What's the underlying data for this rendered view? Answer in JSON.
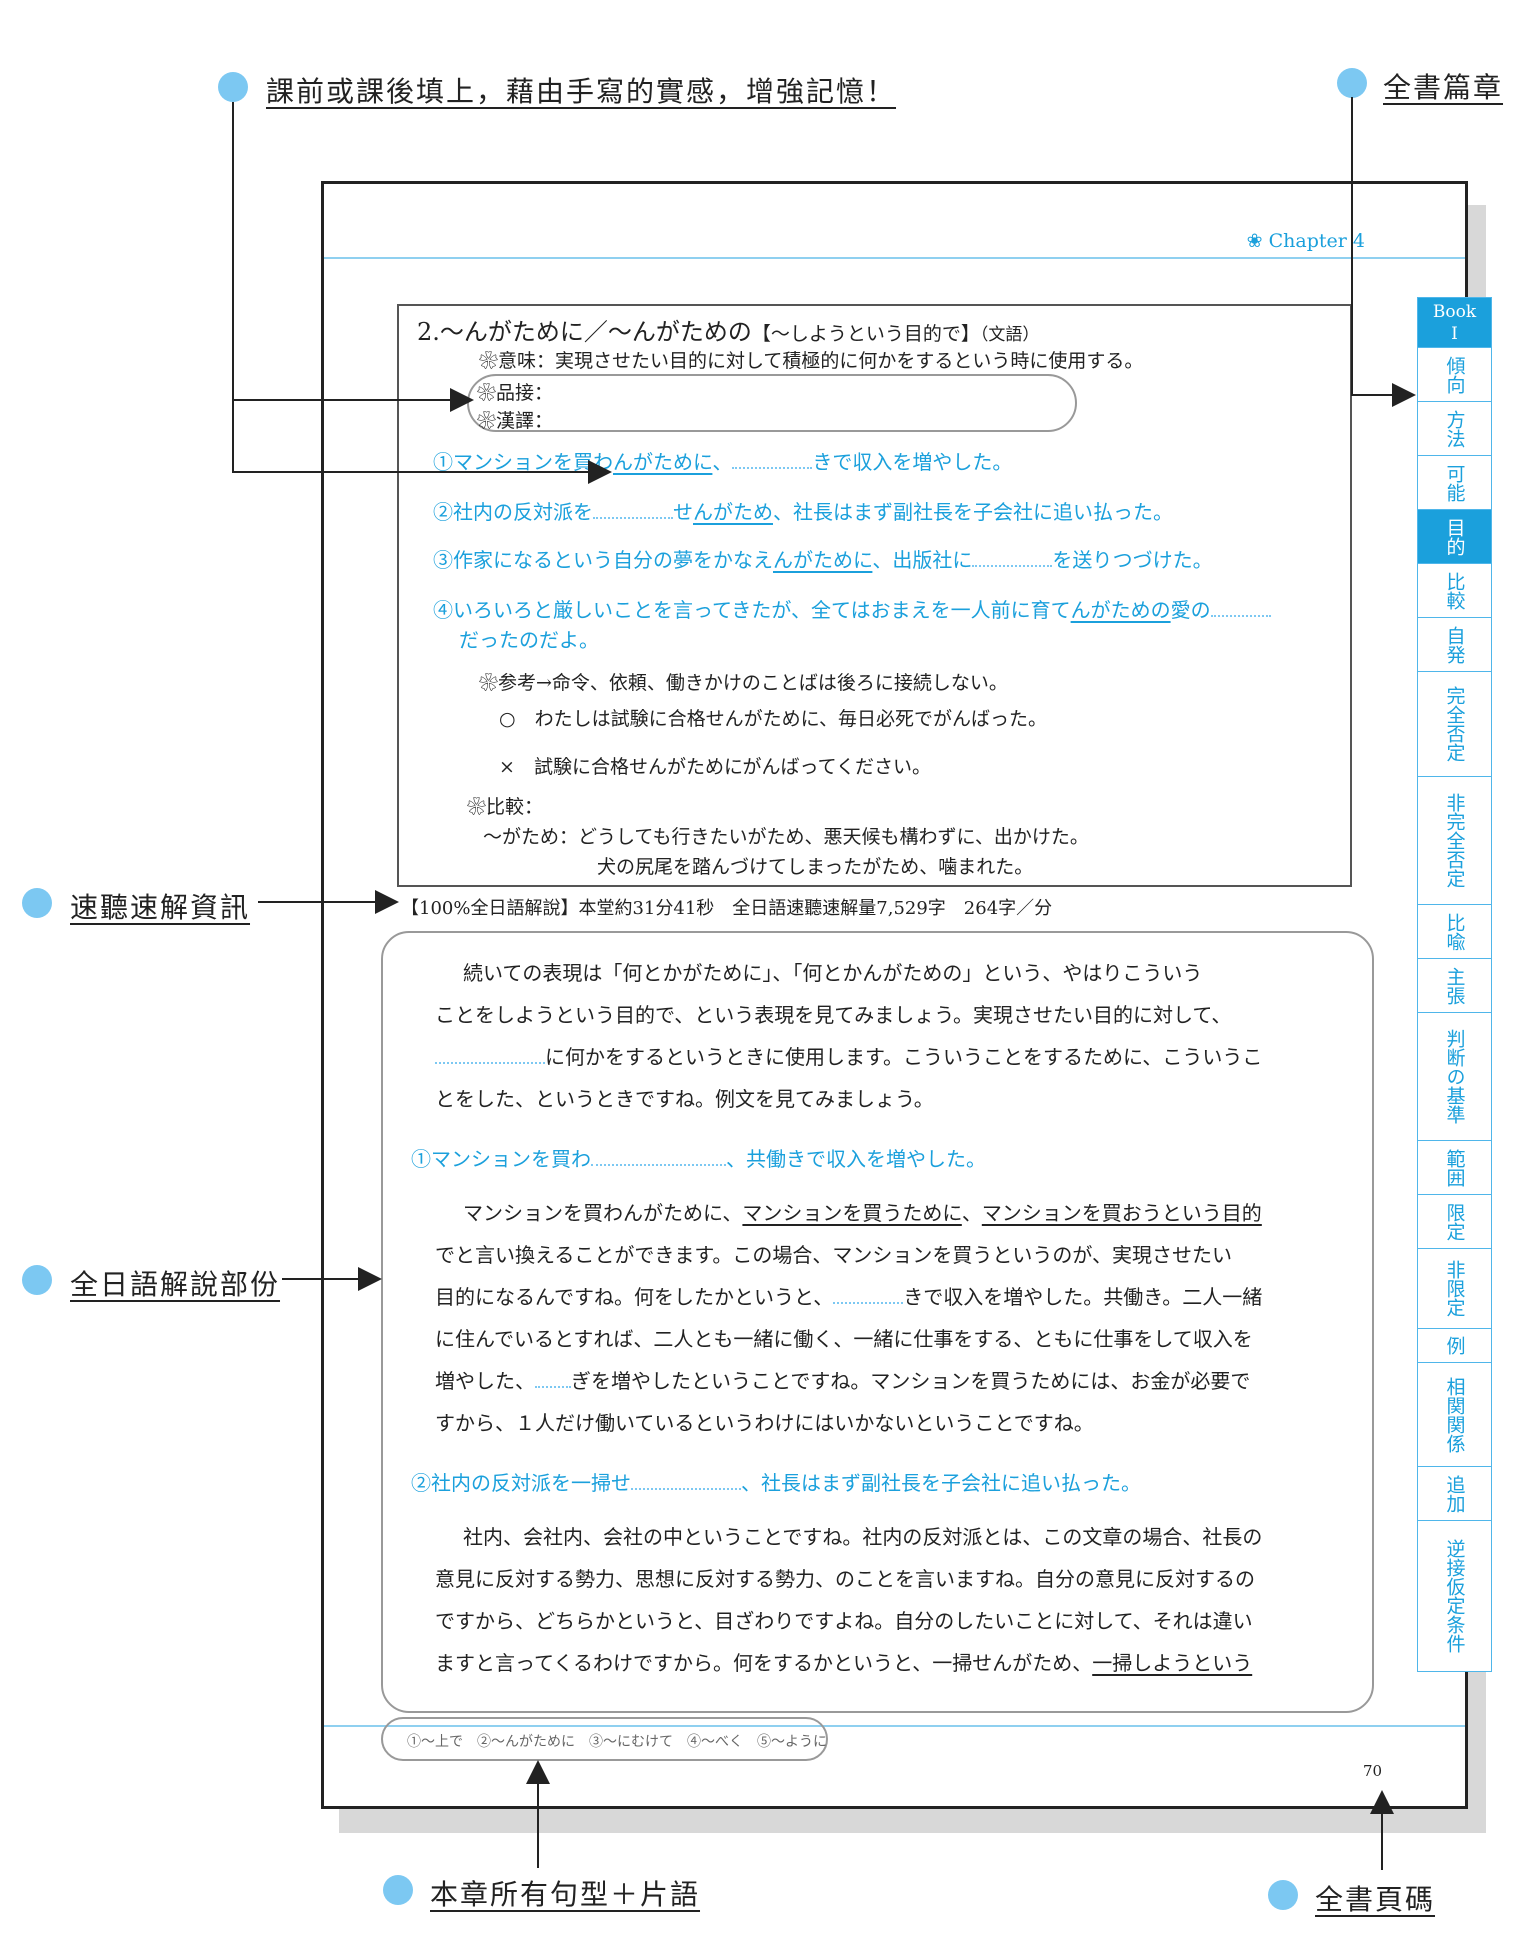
{
  "callouts": {
    "top_left": "課前或課後填上，藉由手寫的實感，增強記憶！",
    "top_right": "全書篇章",
    "mid_left_1": "速聽速解資訊",
    "mid_left_2": "全日語解說部份",
    "bottom_center": "本章所有句型＋片語",
    "bottom_right": "全書頁碼"
  },
  "page": {
    "chapter": "❀ Chapter 4",
    "page_number": "70",
    "book_tab": [
      "Book",
      "I"
    ],
    "tabs": [
      "傾向",
      "方法",
      "可能",
      "目的",
      "比較",
      "自発",
      "完全否定",
      "非完全否定",
      "比喩",
      "主張",
      "判断の基準",
      "範囲",
      "限定",
      "非限定",
      "例",
      "相関関係",
      "追加",
      "逆接仮定条件"
    ],
    "active_tab": "目的"
  },
  "grammar": {
    "heading": "2.～んがために／～んがための",
    "heading_note": "【～しようという目的で】",
    "heading_register": "（文語）",
    "meaning": "❀意味：実現させたい目的に対して積極的に何かをするという時に使用する。",
    "connect_label": "❀品接：",
    "translate_label": "❀漢譯：",
    "ex1": [
      "①マンションを買わ",
      "んがために",
      "、",
      "きで収入を増やした。"
    ],
    "ex2": [
      "②社内の反対派を",
      "せ",
      "んがため",
      "、社長はまず副社長を子会社に追い払った。"
    ],
    "ex3": [
      "③作家になるという自分の夢をかなえ",
      "んがために",
      "、出版社に",
      "を送りつづけた。"
    ],
    "ex4a": [
      "④いろいろと厳しいことを言ってきたが、全てはおまえを一人前に育て",
      "んがための",
      "愛の"
    ],
    "ex4b": "だったのだよ。",
    "note": "❀参考→命令、依頼、働きかけのことばは後ろに接続しない。",
    "ok_mark": "○",
    "ok_text": "わたしは試験に合格せんがために、毎日必死でがんばった。",
    "ng_mark": "×",
    "ng_text": "試験に合格せんがためにがんばってください。",
    "compare_label": "❀比較：",
    "compare_1": "～がため：どうしても行きたいがため、悪天候も構わずに、出かけた。",
    "compare_2": "犬の尻尾を踏んづけてしまったがため、噛まれた。"
  },
  "listening_info": "【100%全日語解說】本堂約31分41秒　全日語速聽速解量7,529字　264字／分",
  "explanation": {
    "p1": [
      "続いての表現は「何とかがために」、「何とかんがための」という、やはりこういう",
      "ことをしようという目的で、という表現を見てみましょう。実現させたい目的に対して、",
      "に何かをするというときに使用します。こういうことをするために、こういうこ",
      "とをした、というときですね。例文を見てみましょう。"
    ],
    "ex1": [
      "①マンションを買わ",
      "、共働きで収入を増やした。"
    ],
    "p2": [
      [
        "マンションを買わんがために、",
        "マンションを買うために",
        "、",
        "マンションを買おうという目的"
      ],
      [
        "でと言い換えることができます。この場合、マンションを買うというのが、実現させたい"
      ],
      [
        "目的になるんですね。何をしたかというと、",
        "きで収入を増やした。共働き。二人一緒"
      ],
      [
        "に住んでいるとすれば、二人とも一緒に働く、一緒に仕事をする、ともに仕事をして収入を"
      ],
      [
        "増やした、",
        "ぎを増やしたということですね。マンションを買うためには、お金が必要で"
      ],
      [
        "すから、１人だけ働いているというわけにはいかないということですね。"
      ]
    ],
    "ex2": [
      "②社内の反対派を一掃せ",
      "、社長はまず副社長を子会社に追い払った。"
    ],
    "p3": [
      "社内、会社内、会社の中ということですね。社内の反対派とは、この文章の場合、社長の",
      "意見に反対する勢力、思想に反対する勢力、のことを言いますね。自分の意見に反対するの",
      "ですから、どちらかというと、目ざわりですよね。自分のしたいことに対して、それは違い",
      "ますと言ってくるわけですから。何をするかというと、一掃せんがため、",
      "一掃しようという"
    ]
  },
  "pattern_list": "①～上で　②～んがために　③～にむけて　④～べく　⑤～ように",
  "colors": {
    "accent": "#1ba0dc",
    "dot": "#7cc8f2",
    "text": "#222222"
  }
}
